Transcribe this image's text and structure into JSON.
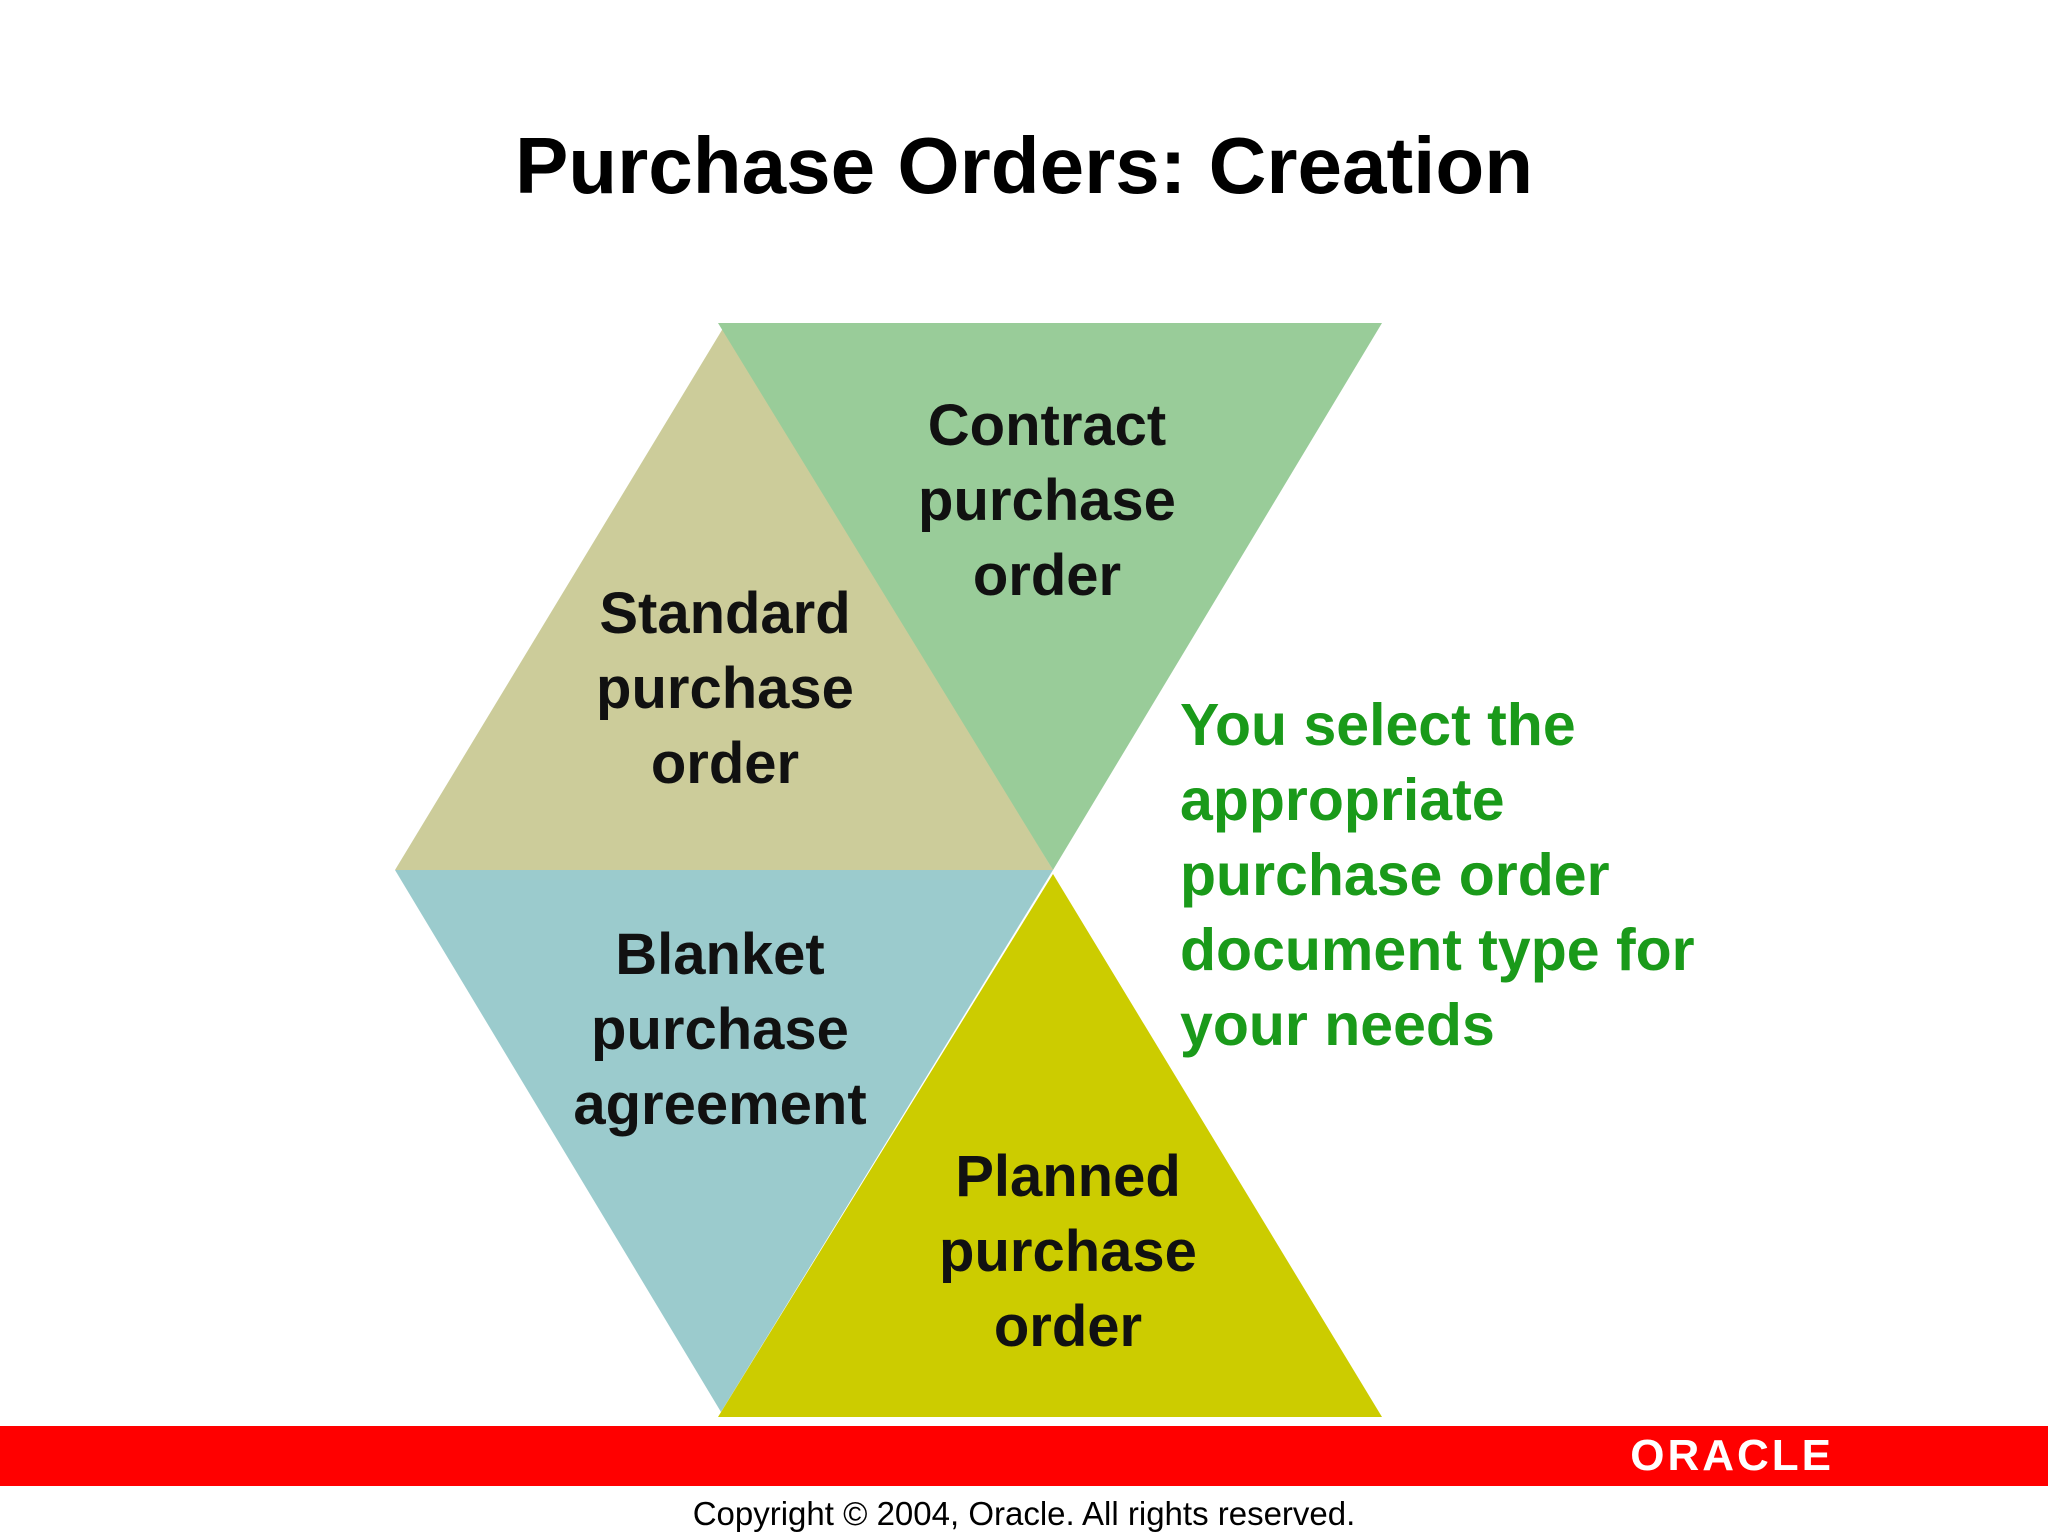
{
  "title": "Purchase Orders: Creation",
  "diagram": {
    "triangles": [
      {
        "id": "standard",
        "label": "Standard\npurchase\norder",
        "color": "#cccc9a"
      },
      {
        "id": "contract",
        "label": "Contract\npurchase\norder",
        "color": "#99cc99"
      },
      {
        "id": "blanket",
        "label": "Blanket\npurchase\nagreement",
        "color": "#9bcbcd"
      },
      {
        "id": "planned",
        "label": "Planned\npurchase\norder",
        "color": "#cccc00"
      }
    ]
  },
  "callout": {
    "text": "You select the\nappropriate\npurchase order\ndocument type for\nyour needs",
    "color": "#1a9a1a"
  },
  "footer": {
    "bar_color": "#ff0000",
    "logo_text": "ORACLE",
    "copyright": "Copyright © 2004, Oracle.  All rights reserved."
  }
}
